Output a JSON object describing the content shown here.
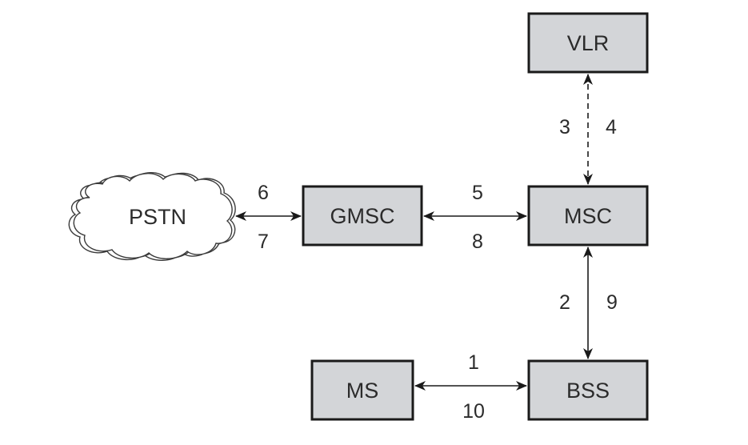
{
  "diagram": {
    "colors": {
      "box_fill": "#d3d5d8",
      "box_stroke": "#1a1a1a",
      "line": "#1a1a1a",
      "text": "#2b2b2b",
      "background": "#ffffff"
    },
    "nodes": {
      "vlr": "VLR",
      "msc": "MSC",
      "gmsc": "GMSC",
      "pstn": "PSTN",
      "bss": "BSS",
      "ms": "MS"
    },
    "links": {
      "msc_vlr": {
        "from": "MSC",
        "to": "VLR",
        "style": "dashed",
        "labels": [
          "3",
          "4"
        ]
      },
      "gmsc_msc": {
        "from": "GMSC",
        "to": "MSC",
        "style": "solid",
        "labels": [
          "5",
          "8"
        ]
      },
      "pstn_gmsc": {
        "from": "PSTN",
        "to": "GMSC",
        "style": "solid",
        "labels": [
          "6",
          "7"
        ]
      },
      "msc_bss": {
        "from": "MSC",
        "to": "BSS",
        "style": "solid",
        "labels": [
          "2",
          "9"
        ]
      },
      "ms_bss": {
        "from": "MS",
        "to": "BSS",
        "style": "solid",
        "labels": [
          "1",
          "10"
        ]
      }
    }
  }
}
